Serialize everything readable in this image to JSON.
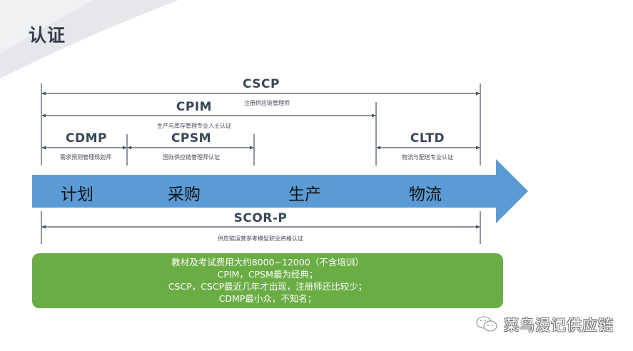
{
  "slide": {
    "title": "认证"
  },
  "certifications": [
    {
      "id": "cscp",
      "code": "CSCP",
      "description": "注册供应链管理师"
    },
    {
      "id": "cpim",
      "code": "CPIM",
      "description": "生产与库存管理专业人士认证"
    },
    {
      "id": "cdmp",
      "code": "CDMP",
      "description": "需求预测管理规划师"
    },
    {
      "id": "cpsm",
      "code": "CPSM",
      "description": "国际供应链管理师认证"
    },
    {
      "id": "cltd",
      "code": "CLTD",
      "description": "物流与配送专业认证"
    },
    {
      "id": "scor-p",
      "code": "SCOR-P",
      "description": "供应链运营参考模型职业资格认证"
    }
  ],
  "stages": [
    "计划",
    "采购",
    "生产",
    "物流"
  ],
  "note": {
    "lines": [
      "教材及考试费用大约8000~12000（不含培训）",
      "CPIM，CPSM最为经典；",
      "CSCP，CSCP最近几年才出现，注册师还比较少；",
      "CDMP最小众，不知名；"
    ]
  },
  "watermark": {
    "icon": "wechat-icon",
    "text": "菜鸟漫记供应链"
  },
  "colors": {
    "arrow": "#5b9bd5",
    "note_bg": "#6aad45",
    "line": "#4a5063",
    "title": "#333b4a"
  }
}
